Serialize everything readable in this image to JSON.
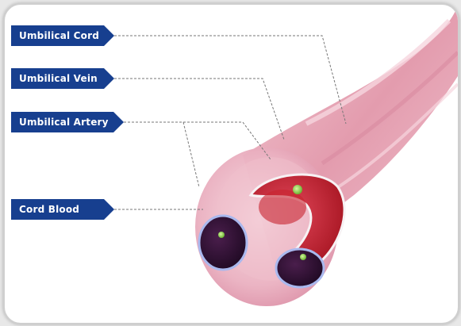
{
  "diagram": {
    "labels": {
      "umbilical_cord": "Umbilical Cord",
      "umbilical_vein": "Umbilical Vein",
      "umbilical_artery": "Umbilical Artery",
      "cord_blood": "Cord Blood"
    },
    "colors": {
      "label_background": "#173f8f",
      "label_text": "#ffffff",
      "cord_pink": "#e9a7b6",
      "vein_red": "#c8232f",
      "artery_dark": "#2a0f2e",
      "marker_green": "#8fd14f"
    }
  }
}
